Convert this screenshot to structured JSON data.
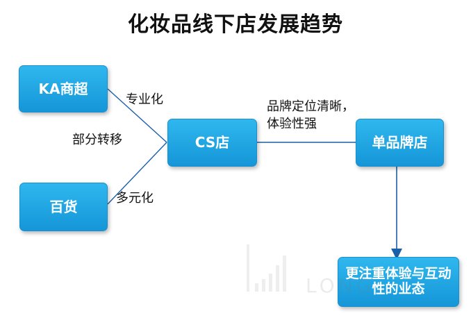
{
  "title": "化妆品线下店发展趋势",
  "nodes": {
    "ka": "KA商超",
    "dept": "百货",
    "cs": "CS店",
    "single": "单品牌店",
    "future": "更注重体验与互动性的业态"
  },
  "edge_labels": {
    "specialization": "专业化",
    "partial_shift": "部分转移",
    "diversification": "多元化",
    "positioning_line1": "品牌定位清晰，",
    "positioning_line2": "体验性强"
  },
  "colors": {
    "node_fill": "#1fa8e6",
    "connector": "#1b5fa8",
    "text": "#111111"
  },
  "watermark": "LONG"
}
